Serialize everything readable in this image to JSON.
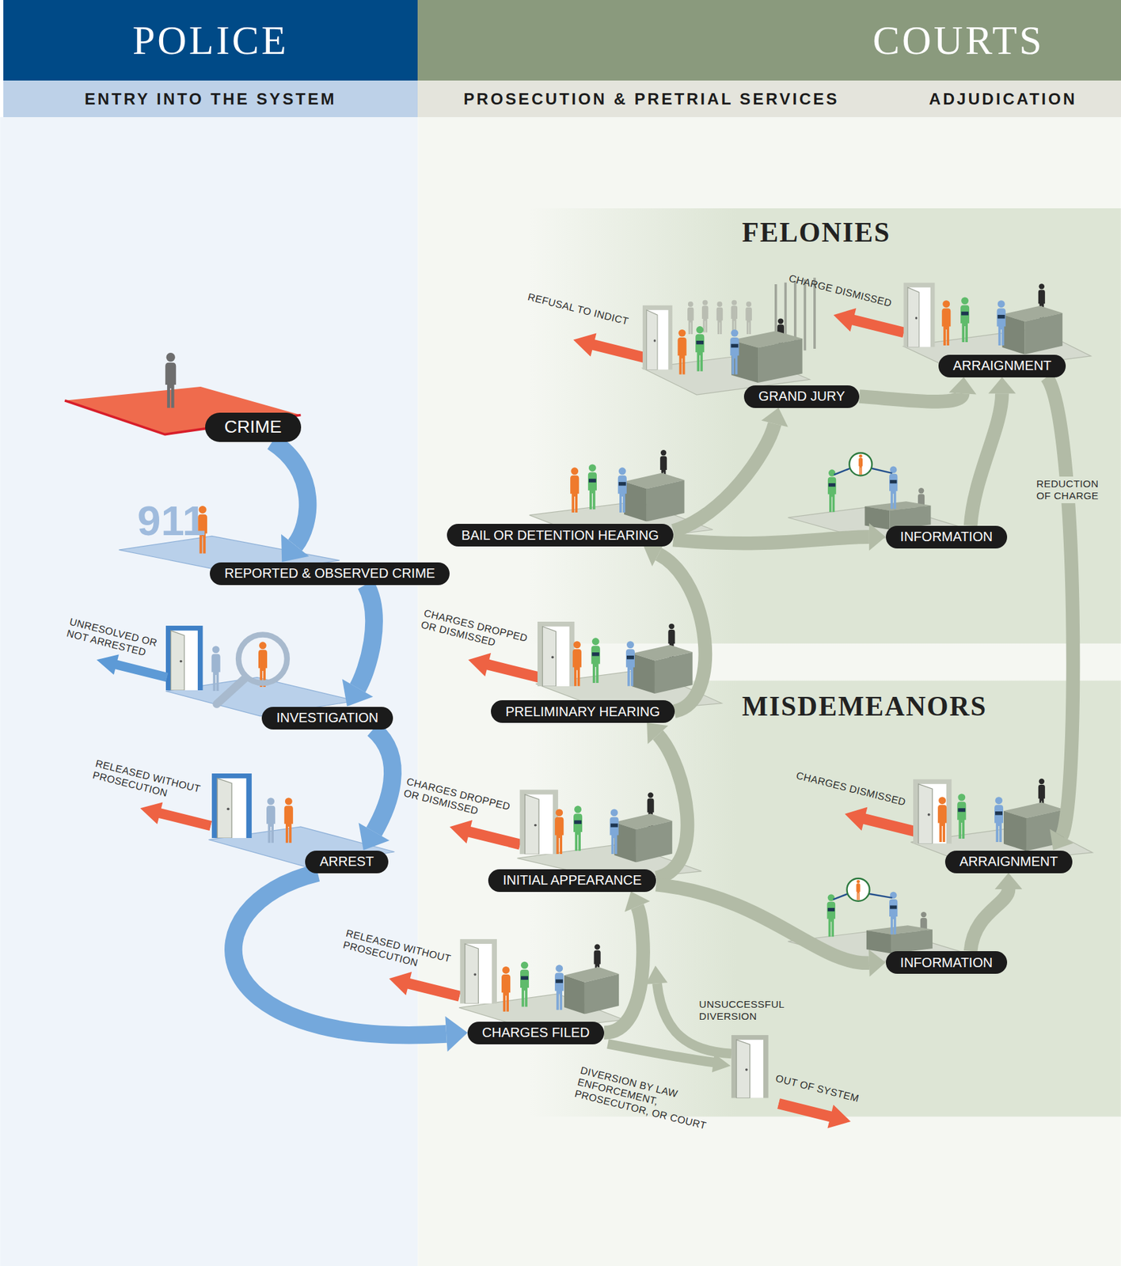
{
  "diagram": {
    "nodes": [
      {
        "text": [
          "POLICE"
        ]
      },
      {
        "text": [
          "COURTS"
        ]
      },
      {
        "text": [
          "ENTRY INTO THE SYSTEM"
        ]
      },
      {
        "text": [
          "PROSECUTION & PRETRIAL SERVICES"
        ]
      },
      {
        "text": [
          "ADJUDICATION"
        ]
      },
      {
        "text": [
          "FELONIES"
        ]
      },
      {
        "text": [
          "GRAND JURY"
        ],
        "in": 5
      },
      {
        "text": [
          "ARRAIGNMENT"
        ],
        "in": 5
      },
      {
        "text": [
          "CRIME"
        ]
      },
      {
        "text": [
          "BAIL OR DETENTION HEARING"
        ],
        "in": 5
      },
      {
        "text": [
          "INFORMATION"
        ],
        "in": 5
      },
      {
        "text": [
          "REPORTED & OBSERVED CRIME"
        ]
      },
      {
        "text": [
          "INVESTIGATION"
        ]
      },
      {
        "text": [
          "PRELIMINARY HEARING"
        ]
      },
      {
        "text": [
          "MISDEMEANORS"
        ]
      },
      {
        "text": [
          "ARRAIGNMENT"
        ],
        "in": 14
      },
      {
        "text": [
          "ARREST"
        ]
      },
      {
        "text": [
          "INITIAL APPEARANCE"
        ]
      },
      {
        "text": [
          "INFORMATION"
        ],
        "in": 14
      },
      {
        "text": [
          "CHARGES FILED"
        ]
      }
    ],
    "edges": [
      {
        "from": 8,
        "to": 11,
        "arrow": "to"
      },
      {
        "from": 11,
        "to": 12,
        "arrow": "to"
      },
      {
        "from": 12,
        "to": 16,
        "arrow": "to"
      },
      {
        "from": 16,
        "to": 19,
        "arrow": "to"
      },
      {
        "from": 19,
        "to": 17,
        "arrow": "to"
      },
      {
        "from": 17,
        "to": 13,
        "arrow": "to"
      },
      {
        "from": 13,
        "to": 9,
        "arrow": "to"
      },
      {
        "from": 9,
        "to": 6,
        "arrow": "to"
      },
      {
        "from": 9,
        "to": 10,
        "arrow": "to"
      },
      {
        "from": 6,
        "to": 7,
        "arrow": "to"
      },
      {
        "from": 10,
        "to": 7,
        "arrow": "to"
      },
      {
        "from": 17,
        "to": 18,
        "arrow": "to"
      },
      {
        "from": 18,
        "to": 15,
        "arrow": "to"
      },
      {
        "from": 7,
        "to": 15,
        "label": "REDUCTION OF CHARGE",
        "arrow": "to"
      }
    ],
    "labels": [
      "911",
      "REFUSAL TO INDICT",
      "CHARGE DISMISSED",
      "UNRESOLVED OR NOT ARRESTED",
      "CHARGES DROPPED OR DISMISSED",
      "RELEASED WITHOUT PROSECUTION",
      "CHARGES DROPPED OR DISMISSED",
      "CHARGES DISMISSED",
      "RELEASED WITHOUT PROSECUTION",
      "UNSUCCESSFUL DIVERSION",
      "DIVERSION BY LAW ENFORCEMENT, PROSECUTOR, OR COURT",
      "OUT OF SYSTEM"
    ]
  }
}
